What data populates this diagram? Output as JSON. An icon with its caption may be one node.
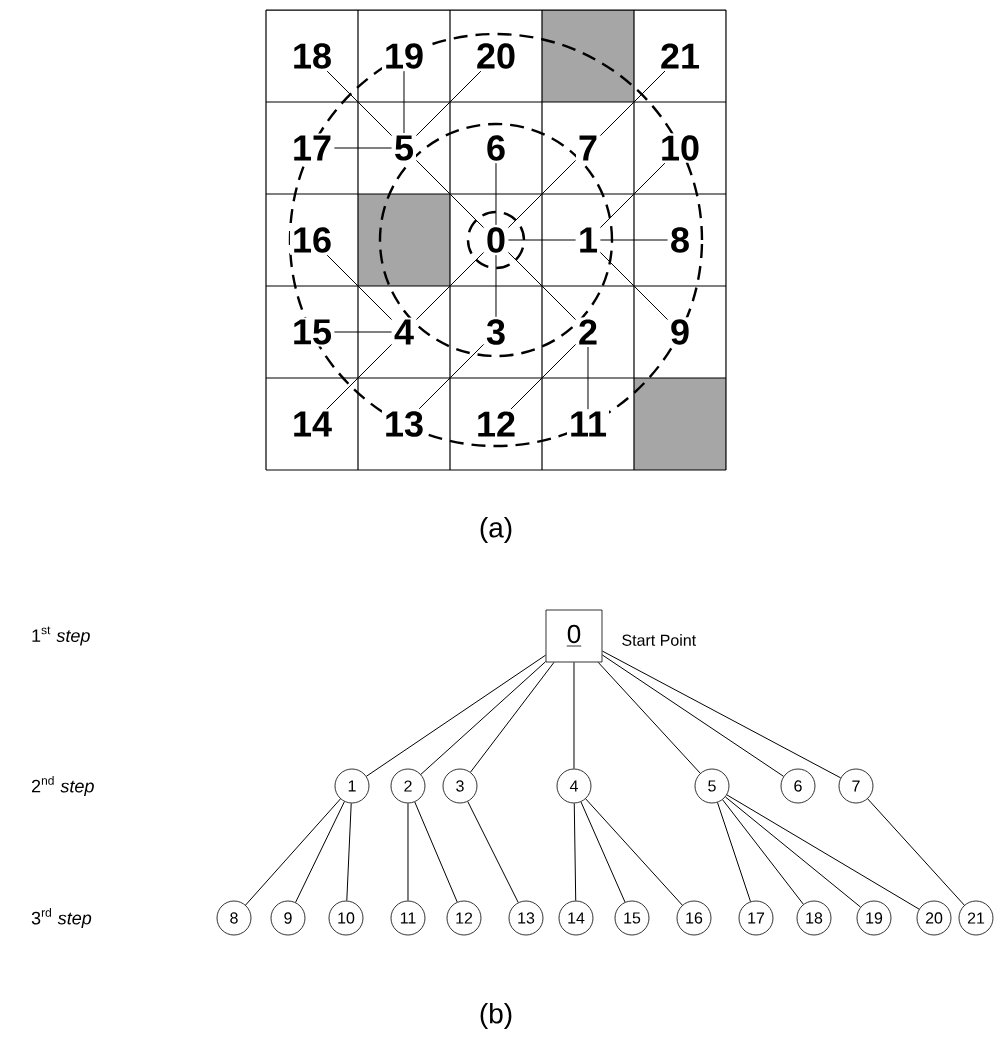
{
  "diagram": {
    "nodes": [
      {
        "text": [
          "18"
        ]
      },
      {
        "text": [
          "19"
        ]
      },
      {
        "text": [
          "20"
        ]
      },
      {
        "text": [
          "21"
        ]
      },
      {
        "text": [
          "17"
        ]
      },
      {
        "text": [
          "5"
        ]
      },
      {
        "text": [
          "6"
        ]
      },
      {
        "text": [
          "7"
        ]
      },
      {
        "text": [
          "10"
        ]
      },
      {
        "text": [
          "16"
        ]
      },
      {
        "text": [
          "0"
        ]
      },
      {
        "text": [
          "1"
        ]
      },
      {
        "text": [
          "8"
        ]
      },
      {
        "text": [
          "15"
        ]
      },
      {
        "text": [
          "4"
        ]
      },
      {
        "text": [
          "3"
        ]
      },
      {
        "text": [
          "2"
        ]
      },
      {
        "text": [
          "9"
        ]
      },
      {
        "text": [
          "14"
        ]
      },
      {
        "text": [
          "13"
        ]
      },
      {
        "text": [
          "12"
        ]
      },
      {
        "text": [
          "11"
        ]
      },
      {
        "text": [
          "0"
        ],
        "beside": [
          "Start Point"
        ]
      },
      {
        "text": [
          "1"
        ]
      },
      {
        "text": [
          "2"
        ]
      },
      {
        "text": [
          "3"
        ]
      },
      {
        "text": [
          "4"
        ]
      },
      {
        "text": [
          "5"
        ]
      },
      {
        "text": [
          "6"
        ]
      },
      {
        "text": [
          "7"
        ]
      },
      {
        "text": [
          "8"
        ]
      },
      {
        "text": [
          "9"
        ]
      },
      {
        "text": [
          "10"
        ]
      },
      {
        "text": [
          "11"
        ]
      },
      {
        "text": [
          "12"
        ]
      },
      {
        "text": [
          "13"
        ]
      },
      {
        "text": [
          "14"
        ]
      },
      {
        "text": [
          "15"
        ]
      },
      {
        "text": [
          "16"
        ]
      },
      {
        "text": [
          "17"
        ]
      },
      {
        "text": [
          "18"
        ]
      },
      {
        "text": [
          "19"
        ]
      },
      {
        "text": [
          "20"
        ]
      },
      {
        "text": [
          "21"
        ]
      }
    ],
    "edges": [
      {
        "from": 10,
        "to": 11,
        "arrow": "none"
      },
      {
        "from": 10,
        "to": 16,
        "arrow": "none"
      },
      {
        "from": 10,
        "to": 15,
        "arrow": "none"
      },
      {
        "from": 10,
        "to": 14,
        "arrow": "none"
      },
      {
        "from": 10,
        "to": 5,
        "arrow": "none"
      },
      {
        "from": 10,
        "to": 6,
        "arrow": "none"
      },
      {
        "from": 10,
        "to": 7,
        "arrow": "none"
      },
      {
        "from": 11,
        "to": 12,
        "arrow": "none"
      },
      {
        "from": 11,
        "to": 17,
        "arrow": "none"
      },
      {
        "from": 11,
        "to": 8,
        "arrow": "none"
      },
      {
        "from": 16,
        "to": 21,
        "arrow": "none"
      },
      {
        "from": 16,
        "to": 20,
        "arrow": "none"
      },
      {
        "from": 15,
        "to": 19,
        "arrow": "none"
      },
      {
        "from": 14,
        "to": 18,
        "arrow": "none"
      },
      {
        "from": 14,
        "to": 13,
        "arrow": "none"
      },
      {
        "from": 14,
        "to": 9,
        "arrow": "none"
      },
      {
        "from": 5,
        "to": 4,
        "arrow": "none"
      },
      {
        "from": 5,
        "to": 0,
        "arrow": "none"
      },
      {
        "from": 5,
        "to": 1,
        "arrow": "none"
      },
      {
        "from": 5,
        "to": 2,
        "arrow": "none"
      },
      {
        "from": 7,
        "to": 3,
        "arrow": "none"
      },
      {
        "from": 22,
        "to": 23,
        "arrow": "none"
      },
      {
        "from": 22,
        "to": 24,
        "arrow": "none"
      },
      {
        "from": 22,
        "to": 25,
        "arrow": "none"
      },
      {
        "from": 22,
        "to": 26,
        "arrow": "none"
      },
      {
        "from": 22,
        "to": 27,
        "arrow": "none"
      },
      {
        "from": 22,
        "to": 28,
        "arrow": "none"
      },
      {
        "from": 22,
        "to": 29,
        "arrow": "none"
      },
      {
        "from": 23,
        "to": 30,
        "arrow": "none"
      },
      {
        "from": 23,
        "to": 31,
        "arrow": "none"
      },
      {
        "from": 23,
        "to": 32,
        "arrow": "none"
      },
      {
        "from": 24,
        "to": 33,
        "arrow": "none"
      },
      {
        "from": 24,
        "to": 34,
        "arrow": "none"
      },
      {
        "from": 25,
        "to": 35,
        "arrow": "none"
      },
      {
        "from": 26,
        "to": 36,
        "arrow": "none"
      },
      {
        "from": 26,
        "to": 37,
        "arrow": "none"
      },
      {
        "from": 26,
        "to": 38,
        "arrow": "none"
      },
      {
        "from": 27,
        "to": 39,
        "arrow": "none"
      },
      {
        "from": 27,
        "to": 40,
        "arrow": "none"
      },
      {
        "from": 27,
        "to": 41,
        "arrow": "none"
      },
      {
        "from": 27,
        "to": 42,
        "arrow": "none"
      },
      {
        "from": 29,
        "to": 43,
        "arrow": "none"
      }
    ],
    "labels": [
      "(a)",
      "1$^{st}$ *step*",
      "2$^{nd}$ *step*",
      "3$^{rd}$ *step*",
      "(b)"
    ]
  }
}
